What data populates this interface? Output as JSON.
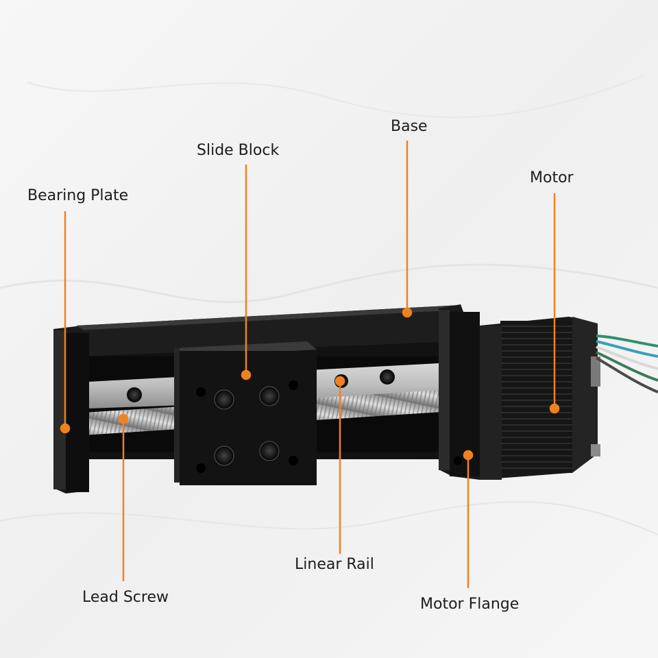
{
  "accent_color": "#f0821e",
  "labels": {
    "base": "Base",
    "slide_block": "Slide Block",
    "motor": "Motor",
    "bearing_plate": "Bearing Plate",
    "linear_rail": "Linear Rail",
    "lead_screw": "Lead Screw",
    "motor_flange": "Motor Flange"
  }
}
